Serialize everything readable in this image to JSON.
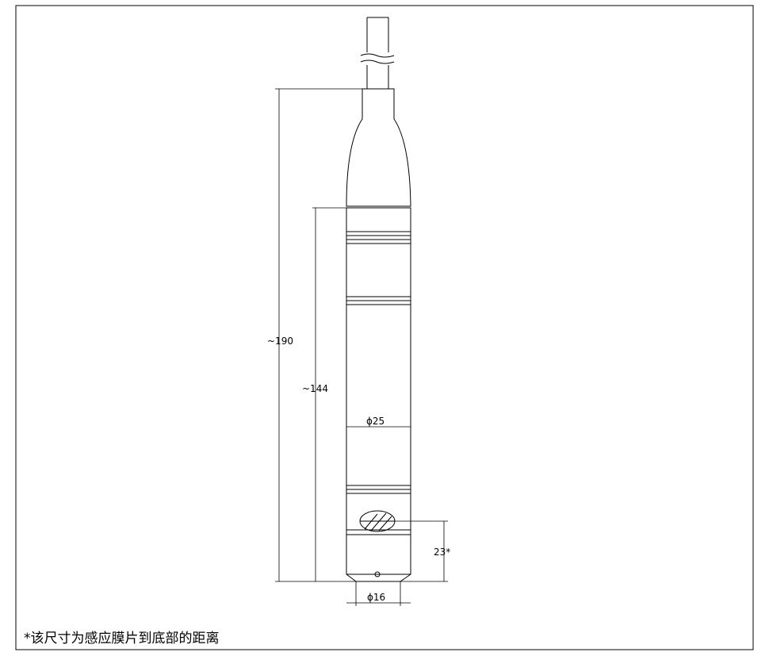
{
  "dimensions": {
    "total_length": "~190",
    "body_length": "~144",
    "body_diameter": "ϕ25",
    "tip_diameter": "ϕ16",
    "sensor_height": "23*"
  },
  "note": "*该尺寸为感应膜片到底部的距离"
}
